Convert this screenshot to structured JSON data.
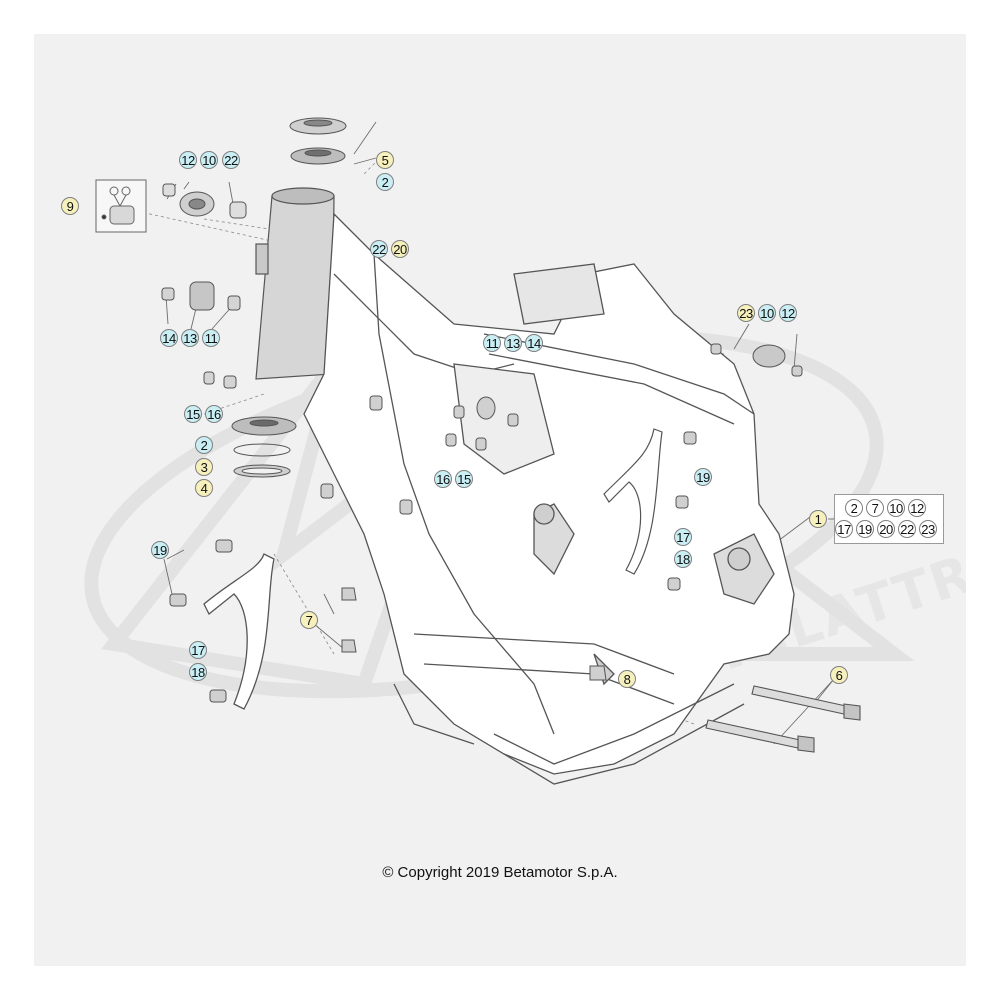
{
  "copyright": "© Copyright 2019 Betamotor S.p.A.",
  "watermark": "WWW.LATTRICMOTO.FR",
  "callouts": {
    "c_12a": "12",
    "c_10a": "10",
    "c_22a": "22",
    "c_9": "9",
    "c_5": "5",
    "c_2a": "2",
    "c_22b": "22",
    "c_20a": "20",
    "c_14a": "14",
    "c_13a": "13",
    "c_11a": "11",
    "c_15a": "15",
    "c_16a": "16",
    "c_2b": "2",
    "c_3": "3",
    "c_4": "4",
    "c_11b": "11",
    "c_13b": "13",
    "c_14b": "14",
    "c_23a": "23",
    "c_10b": "10",
    "c_12b": "12",
    "c_16b": "16",
    "c_15b": "15",
    "c_19a": "19",
    "c_17a": "17",
    "c_18a": "18",
    "c_19b": "19",
    "c_7": "7",
    "c_17b": "17",
    "c_18b": "18",
    "c_8": "8",
    "c_6": "6",
    "c_1": "1"
  },
  "kit": {
    "row1": [
      "2",
      "7",
      "10",
      "12"
    ],
    "row2": [
      "17",
      "19",
      "20",
      "22",
      "23"
    ]
  },
  "colors": {
    "background": "#f1f1f1",
    "line": "#555555",
    "callout_blue": "#c9eef4",
    "callout_yellow": "#f6f0bd"
  }
}
